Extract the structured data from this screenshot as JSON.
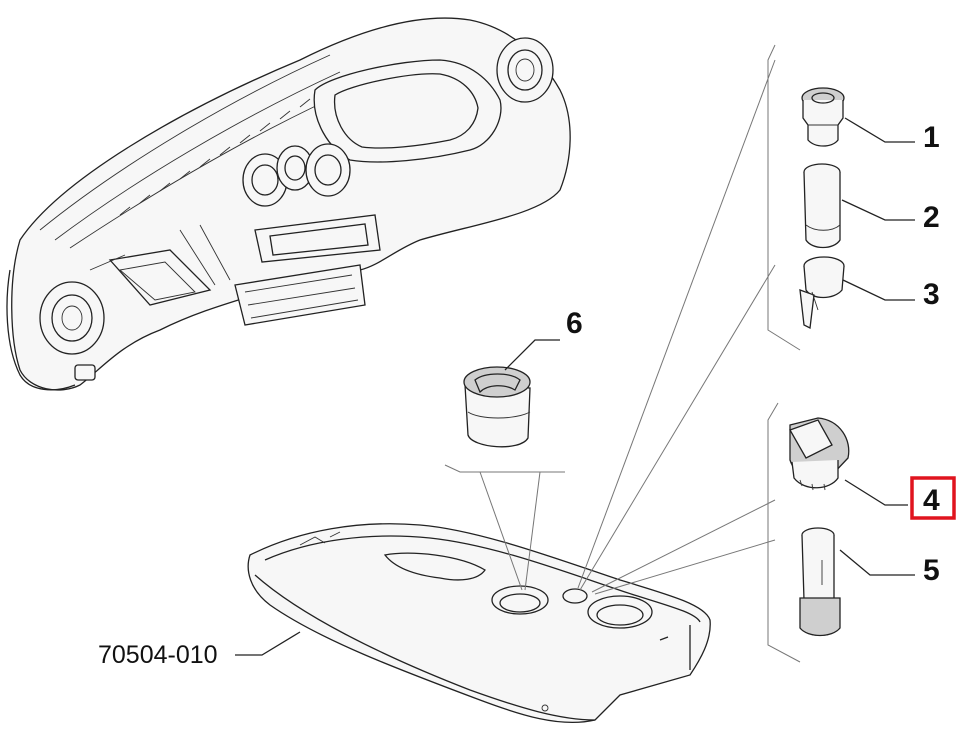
{
  "callouts": [
    {
      "id": "1",
      "label": "1"
    },
    {
      "id": "2",
      "label": "2"
    },
    {
      "id": "3",
      "label": "3"
    },
    {
      "id": "4",
      "label": "4",
      "highlighted": true
    },
    {
      "id": "5",
      "label": "5"
    },
    {
      "id": "6",
      "label": "6"
    }
  ],
  "assembly_code": "70504-010",
  "colors": {
    "line": "#222222",
    "highlight": "#e0141e",
    "background": "#ffffff"
  }
}
